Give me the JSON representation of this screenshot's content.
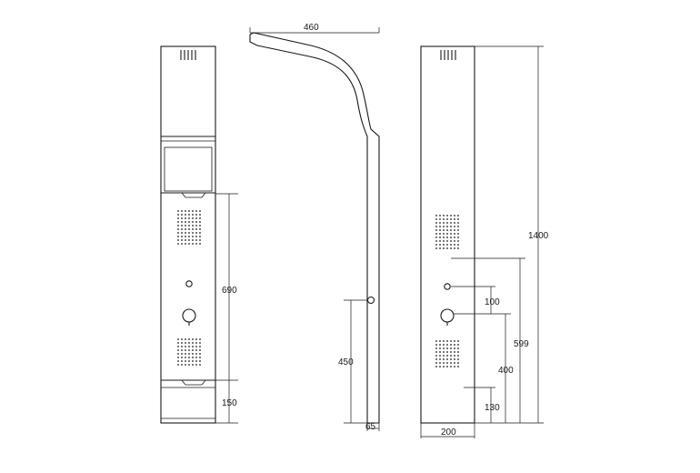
{
  "views": {
    "front": {
      "dimensions": {
        "spray_zone": "690",
        "bottom_section": "150"
      }
    },
    "side": {
      "dimensions": {
        "arm_reach": "460",
        "outlet_height": "450",
        "depth": "65"
      }
    },
    "back": {
      "dimensions": {
        "total_height": "1400",
        "upper_inlet": "599",
        "lower_inlet": "400",
        "inlet_spacing": "100",
        "bottom_offset": "130",
        "width": "200"
      }
    }
  }
}
